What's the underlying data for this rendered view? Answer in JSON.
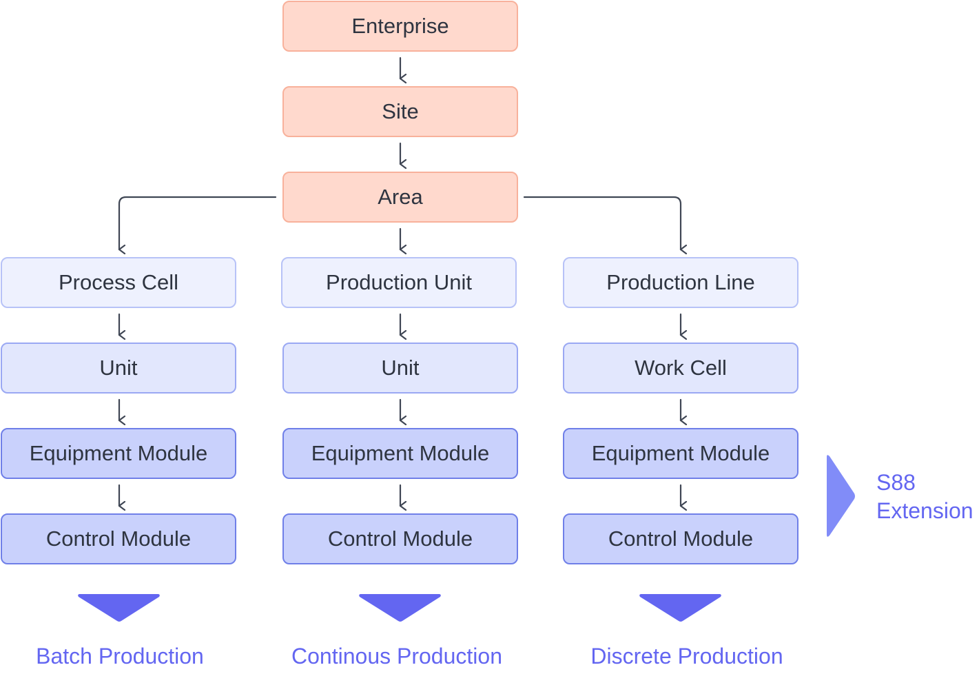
{
  "top": {
    "enterprise": "Enterprise",
    "site": "Site",
    "area": "Area"
  },
  "columns": [
    {
      "level1": "Process Cell",
      "level2": "Unit",
      "level3": "Equipment Module",
      "level4": "Control Module",
      "production_label": "Batch Production"
    },
    {
      "level1": "Production Unit",
      "level2": "Unit",
      "level3": "Equipment Module",
      "level4": "Control Module",
      "production_label": "Continous Production"
    },
    {
      "level1": "Production Line",
      "level2": "Work Cell",
      "level3": "Equipment Module",
      "level4": "Control Module",
      "production_label": "Discrete Production"
    }
  ],
  "extension": {
    "line1": "S88",
    "line2": "Extension"
  },
  "colors": {
    "top_fill": "#ffd9cd",
    "top_border": "#f8b19b",
    "accent": "#6366f1",
    "extension_arrow": "#818cf8",
    "connector": "#3f4654"
  }
}
